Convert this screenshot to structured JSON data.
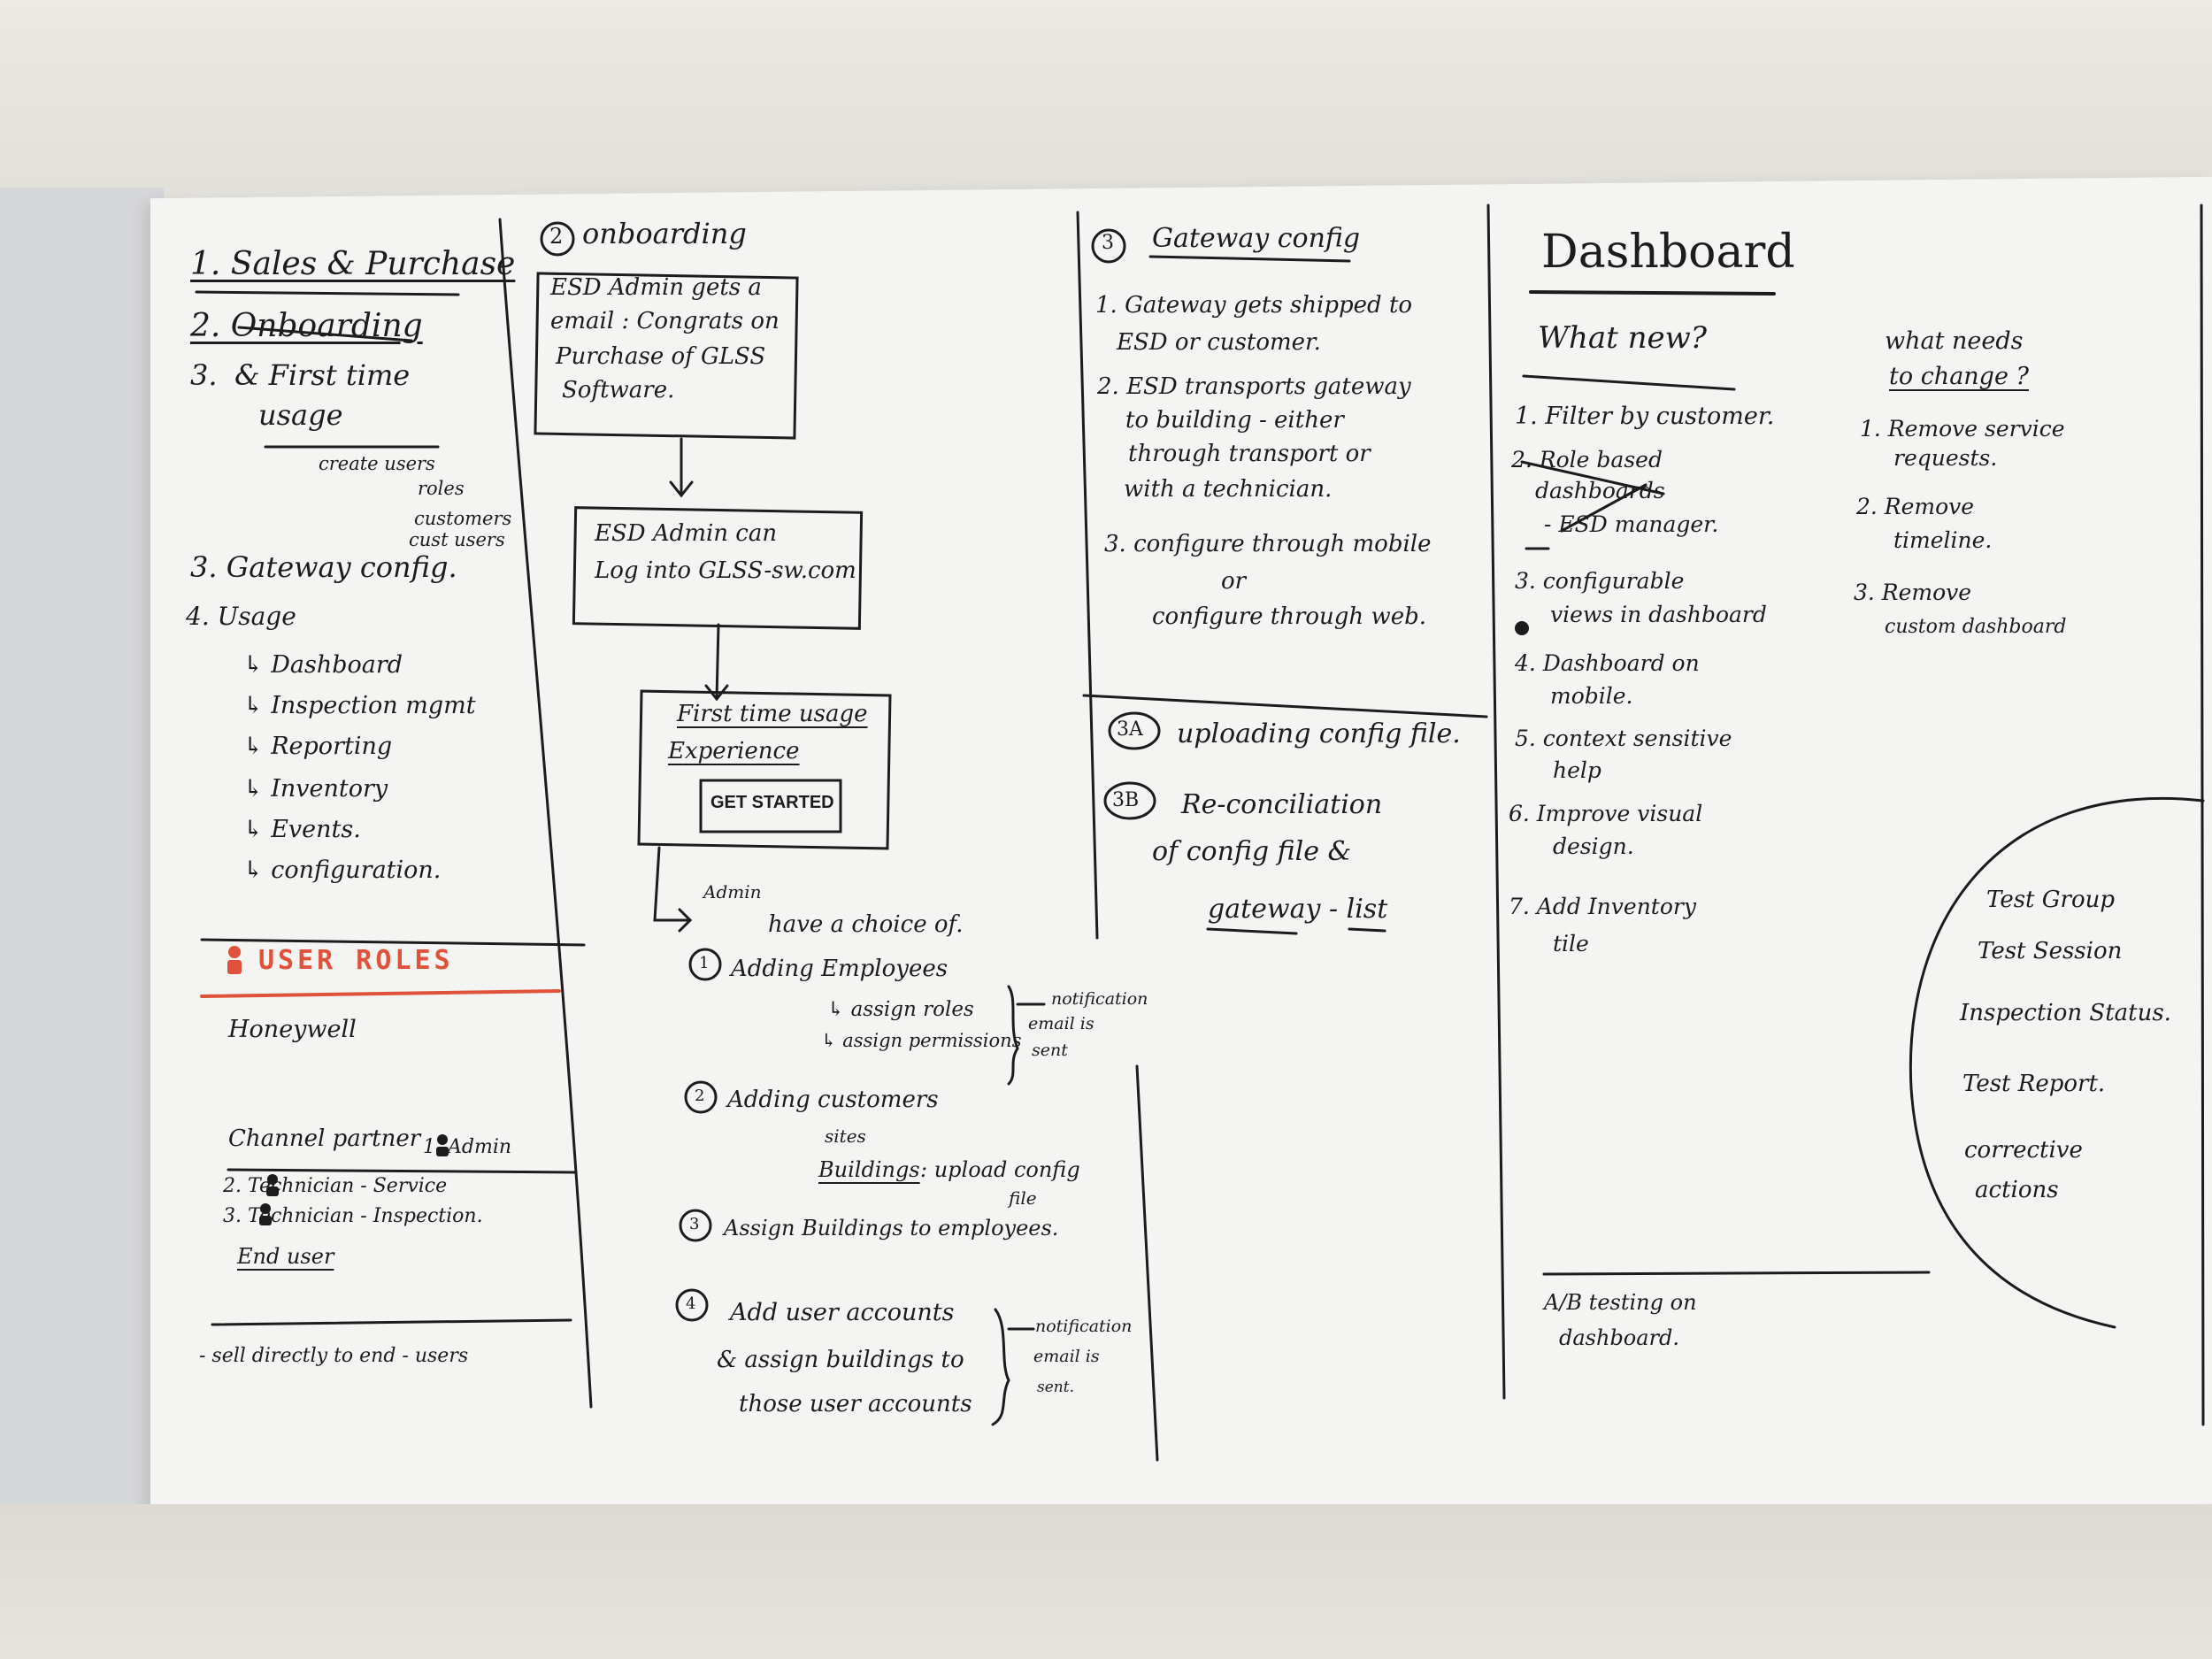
{
  "col1": {
    "toc": [
      "1. Sales & Purchase",
      "2. Onboarding",
      "& First time",
      "usage"
    ],
    "toc_marker3": "3.",
    "sub_create": [
      "create users",
      "roles",
      "customers",
      "cust users"
    ],
    "item3": "3. Gateway config.",
    "item4": "4. Usage",
    "usage_items": [
      "Dashboard",
      "Inspection mgmt",
      "Reporting",
      "Inventory",
      "Events.",
      "configuration."
    ],
    "roles_title": "USER ROLES",
    "honeywell": "Honeywell",
    "channel_partner": "Channel partner",
    "admin": "1. Admin",
    "tech_service": "2. Technician - Service",
    "tech_inspection": "3. Technician - Inspection.",
    "end_user": "End user",
    "sell": "- sell directly to end - users"
  },
  "col2": {
    "title": "onboarding",
    "title_num": "2",
    "box1": [
      "ESD Admin gets a",
      "email : Congrats on",
      "Purchase of GLSS",
      "Software."
    ],
    "box2": [
      "ESD Admin can",
      "Log into GLSS-sw.com"
    ],
    "box3": [
      "First time usage",
      "Experience"
    ],
    "get_started": "GET STARTED",
    "admin_word": "Admin",
    "choice": "have a choice of.",
    "c1_title": "Adding Employees",
    "c1_subs": [
      "assign roles",
      "assign permissions"
    ],
    "c1_note": [
      "notification",
      "email is",
      "sent"
    ],
    "c2_title": "Adding customers",
    "c2_sites": "sites",
    "c2_buildings": "Buildings",
    "c2_upload": ": upload config",
    "c2_file": "file",
    "c3": "Assign Buildings to employees.",
    "c4": [
      "Add user accounts",
      "& assign buildings to",
      "those user accounts"
    ],
    "c4_note": [
      "notification",
      "email is",
      "sent."
    ],
    "nums": [
      "1",
      "2",
      "3",
      "4"
    ]
  },
  "col3": {
    "title_num": "3",
    "title": "Gateway config",
    "steps": [
      [
        "1. Gateway gets shipped to",
        "ESD or customer."
      ],
      [
        "2. ESD transports gateway",
        "to building - either",
        "through transport or",
        "with a technician."
      ],
      [
        "3. configure through mobile",
        "or",
        "configure through web."
      ]
    ],
    "a_num": "3A",
    "a_text": "uploading config file.",
    "b_num": "3B",
    "b_text": [
      "Re-conciliation",
      "of config file &",
      "gateway - list"
    ]
  },
  "col4": {
    "title": "Dashboard",
    "sub": "What new?",
    "items": [
      [
        "1. Filter by customer."
      ],
      [
        "2. Role based",
        "dashboards",
        "- ESD manager."
      ],
      [
        "3. configurable",
        "views in dashboard"
      ],
      [
        "4. Dashboard on",
        "mobile."
      ],
      [
        "5. context sensitive",
        "help"
      ],
      [
        "6. Improve visual",
        "design."
      ],
      [
        "7. Add Inventory",
        "tile"
      ]
    ],
    "ab": [
      "A/B testing on",
      "dashboard."
    ]
  },
  "col5": {
    "title": [
      "what needs",
      "to change ?"
    ],
    "items": [
      [
        "1. Remove service",
        "requests."
      ],
      [
        "2. Remove",
        "timeline."
      ],
      [
        "3. Remove",
        "custom dashboard"
      ]
    ],
    "circle": [
      "Test Group",
      "Test Session",
      "Inspection Status.",
      "Test Report.",
      "corrective",
      "actions"
    ]
  },
  "colors": {
    "ink": "#1c1c1c",
    "accent": "#e0533a",
    "paper": "#f4f4f2"
  }
}
